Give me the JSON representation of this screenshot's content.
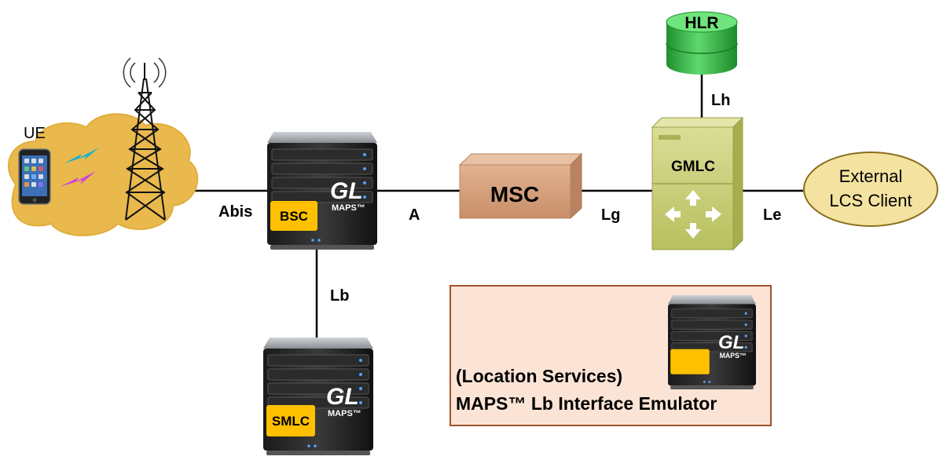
{
  "nodes": {
    "ue": "UE",
    "bsc": "BSC",
    "smlc": "SMLC",
    "msc": "MSC",
    "gmlc": "GMLC",
    "hlr": "HLR",
    "lcs_client_line1": "External",
    "lcs_client_line2": "LCS Client"
  },
  "server_brand": {
    "logo": "GL",
    "sub": "MAPS™"
  },
  "interfaces": {
    "abis": "Abis",
    "a": "A",
    "lg": "Lg",
    "le": "Le",
    "lh": "Lh",
    "lb": "Lb"
  },
  "legend": {
    "line1": "(Location Services)",
    "line2": "MAPS™ Lb Interface Emulator"
  },
  "colors": {
    "line": "#000000",
    "cloud": "#e9b94d",
    "msc_box": "#d8a27e",
    "gmlc_box": "#c9d07a",
    "hlr": "#3dbb4d",
    "lcs_ellipse": "#f4e3a0",
    "legend_bg": "#fbe4d6",
    "legend_border": "#a0522d",
    "server_badge": "#ffc000"
  }
}
